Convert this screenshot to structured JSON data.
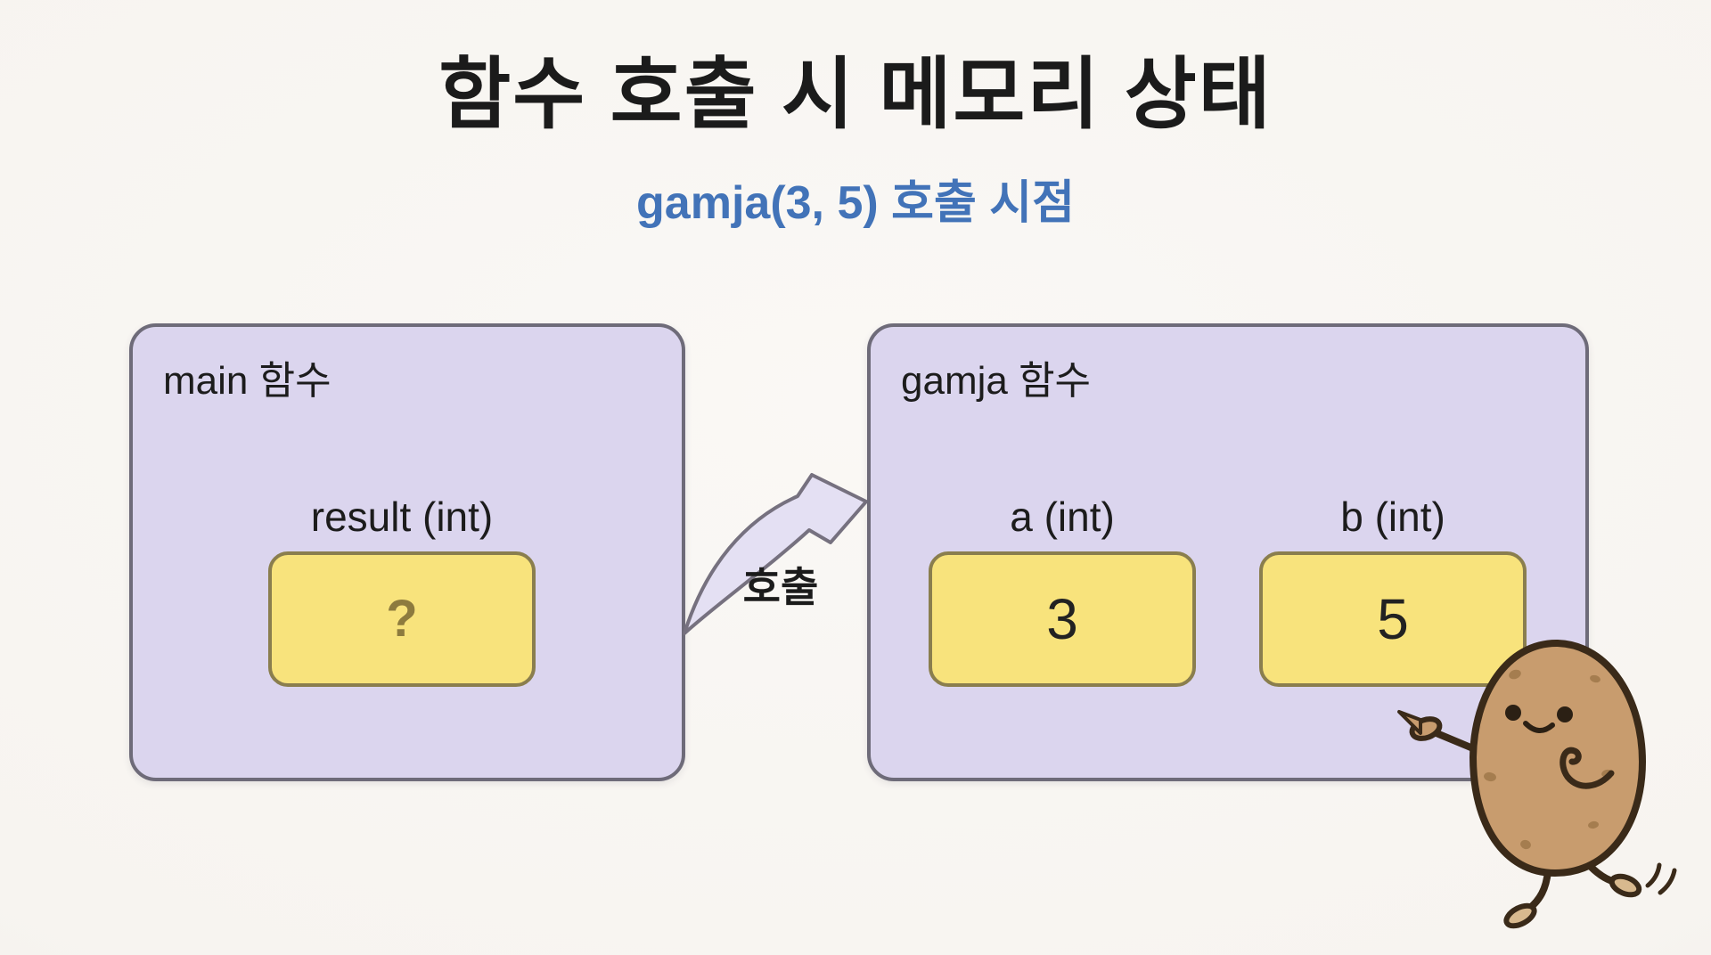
{
  "title": "함수 호출 시 메모리 상태",
  "subtitle": "gamja(3, 5) 호출 시점",
  "arrow": {
    "label": "호출"
  },
  "frames": [
    {
      "label": "main 함수",
      "variables": [
        {
          "name": "result (int)",
          "value": "?"
        }
      ]
    },
    {
      "label": "gamja 함수",
      "variables": [
        {
          "name": "a (int)",
          "value": "3"
        },
        {
          "name": "b (int)",
          "value": "5"
        }
      ]
    }
  ],
  "mascot": {
    "name": "potato-character"
  },
  "colors": {
    "background": "#F7F4F0",
    "frame_fill": "#DBD5EE",
    "frame_border": "#6E6B79",
    "cell_fill": "#F8E37C",
    "cell_border": "#8A7E4E",
    "title_text": "#1B1B1B",
    "subtitle_text": "#4273B8",
    "unknown_value_text": "#8D7B3E",
    "potato_body": "#C89C6E",
    "potato_outline": "#3A2A19"
  }
}
